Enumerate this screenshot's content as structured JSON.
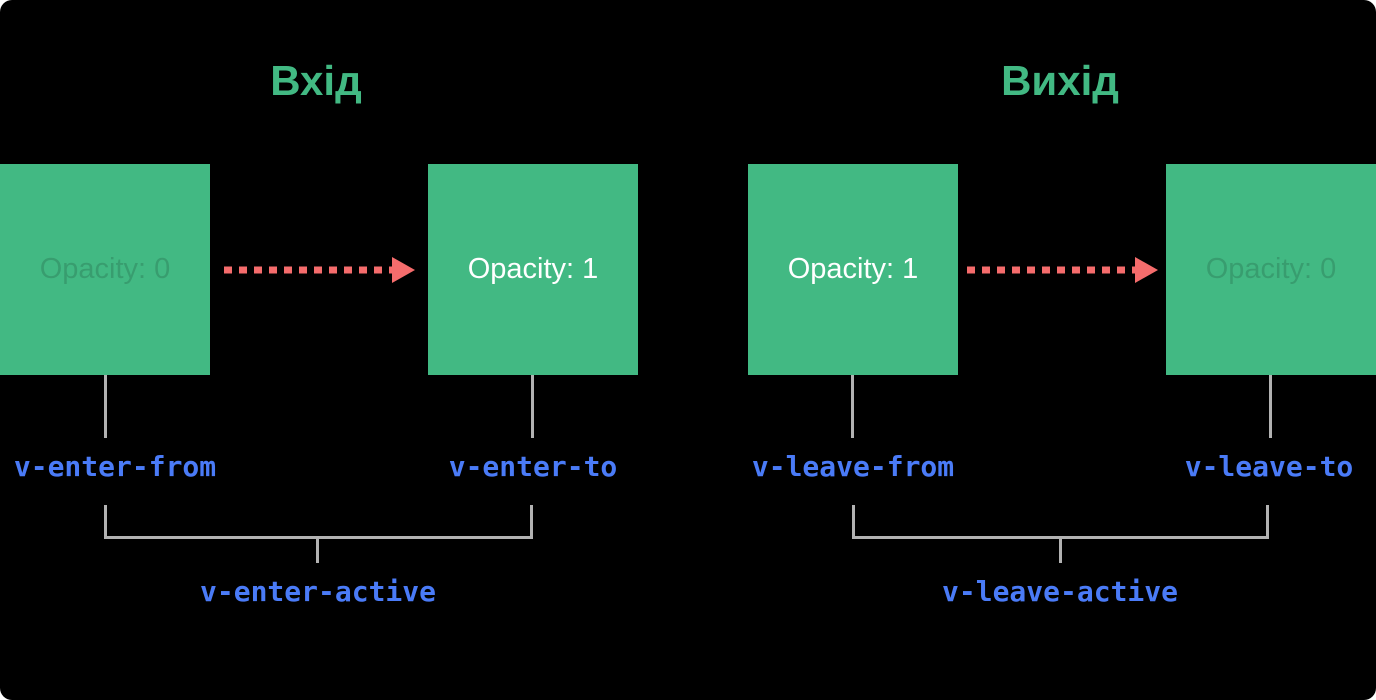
{
  "colors": {
    "background": "#000000",
    "green": "#42b983",
    "red": "#f56c6c",
    "blue": "#4a7bf7",
    "line_gray": "#b2b2b2",
    "box_text_visible": "#ffffff",
    "box_text_faded": "rgba(0,0,0,0.15)"
  },
  "sections": [
    {
      "title": "Вхід",
      "from_box": "Opacity: 0",
      "to_box": "Opacity: 1",
      "from_label": "v-enter-from",
      "to_label": "v-enter-to",
      "active_label": "v-enter-active"
    },
    {
      "title": "Вихід",
      "from_box": "Opacity: 1",
      "to_box": "Opacity: 0",
      "from_label": "v-leave-from",
      "to_label": "v-leave-to",
      "active_label": "v-leave-active"
    }
  ]
}
